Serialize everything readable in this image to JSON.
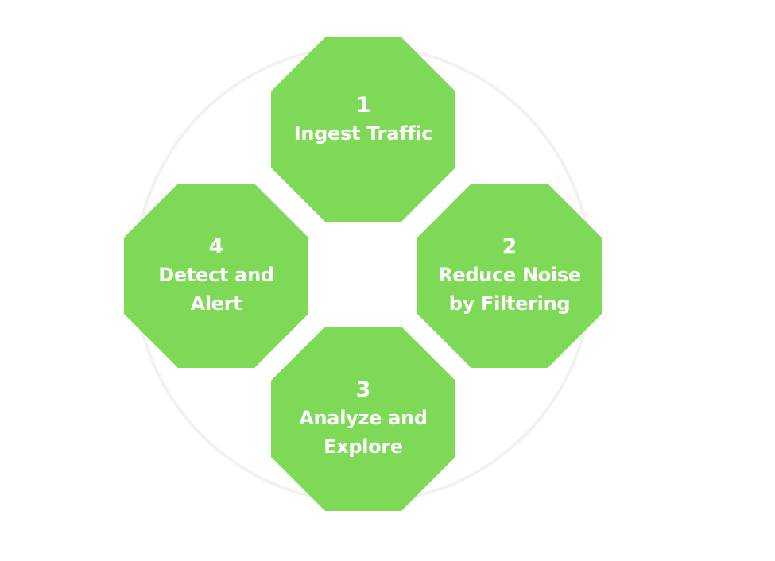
{
  "colors": {
    "octagon_fill": "#7ed957",
    "text": "#ffffff",
    "ring": "#f2f2f2"
  },
  "steps": [
    {
      "number": "1",
      "label": "Ingest Traffic"
    },
    {
      "number": "2",
      "label": "Reduce Noise\nby Filtering"
    },
    {
      "number": "3",
      "label": "Analyze and\nExplore"
    },
    {
      "number": "4",
      "label": "Detect and\nAlert"
    }
  ]
}
